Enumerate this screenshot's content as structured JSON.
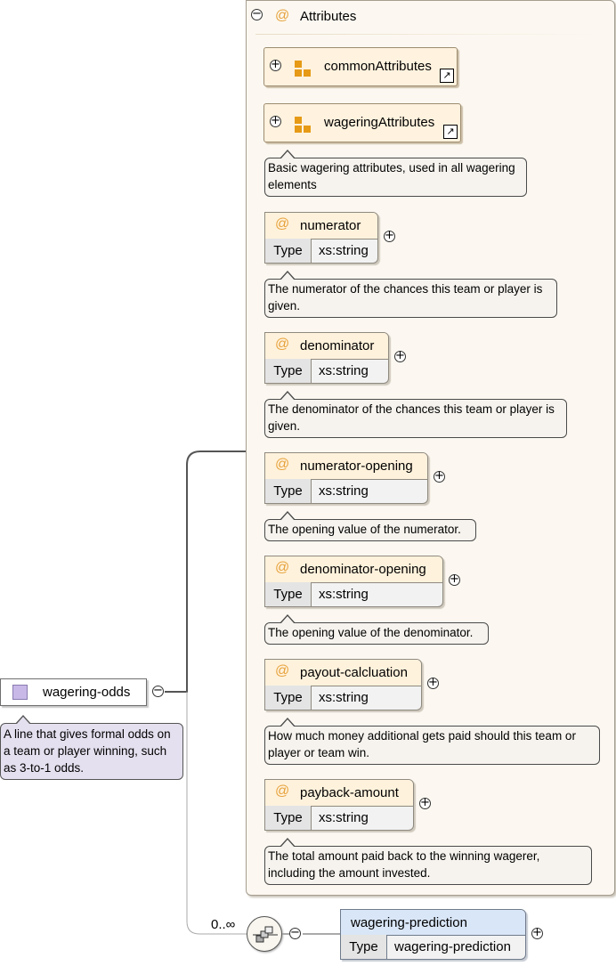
{
  "element": {
    "name": "wagering-odds",
    "doc": "A line that gives formal odds on a team or player winning, such as 3-to-1 odds."
  },
  "attributes_panel": {
    "title": "Attributes",
    "groups": [
      {
        "name": "commonAttributes"
      },
      {
        "name": "wageringAttributes",
        "doc": "Basic wagering attributes, used in all wagering elements"
      }
    ],
    "type_label": "Type",
    "items": [
      {
        "name": "numerator",
        "type": "xs:string",
        "doc": "The numerator of the chances this team or player is given."
      },
      {
        "name": "denominator",
        "type": "xs:string",
        "doc": "The denominator of the chances this team or player is given."
      },
      {
        "name": "numerator-opening",
        "type": "xs:string",
        "doc": "The opening value of the numerator."
      },
      {
        "name": "denominator-opening",
        "type": "xs:string",
        "doc": "The opening value of the denominator."
      },
      {
        "name": "payout-calcluation",
        "type": "xs:string",
        "doc": "How much money additional gets paid should this team or player or team win."
      },
      {
        "name": "payback-amount",
        "type": "xs:string",
        "doc": "The total amount paid back to the winning wagerer, including the amount invested."
      }
    ]
  },
  "sequence": {
    "cardinality": "0..∞",
    "child": {
      "name": "wagering-prediction",
      "type_label": "Type",
      "type": "wagering-prediction"
    }
  },
  "symbols": {
    "expand": "+",
    "collapse": "−",
    "attribute": "@",
    "reference": "↗"
  },
  "colors": {
    "attr_header": "#fff2dc",
    "element_note": "#e5e0ef",
    "child_header": "#d9e6f7",
    "group_icon": "#e69a16"
  }
}
